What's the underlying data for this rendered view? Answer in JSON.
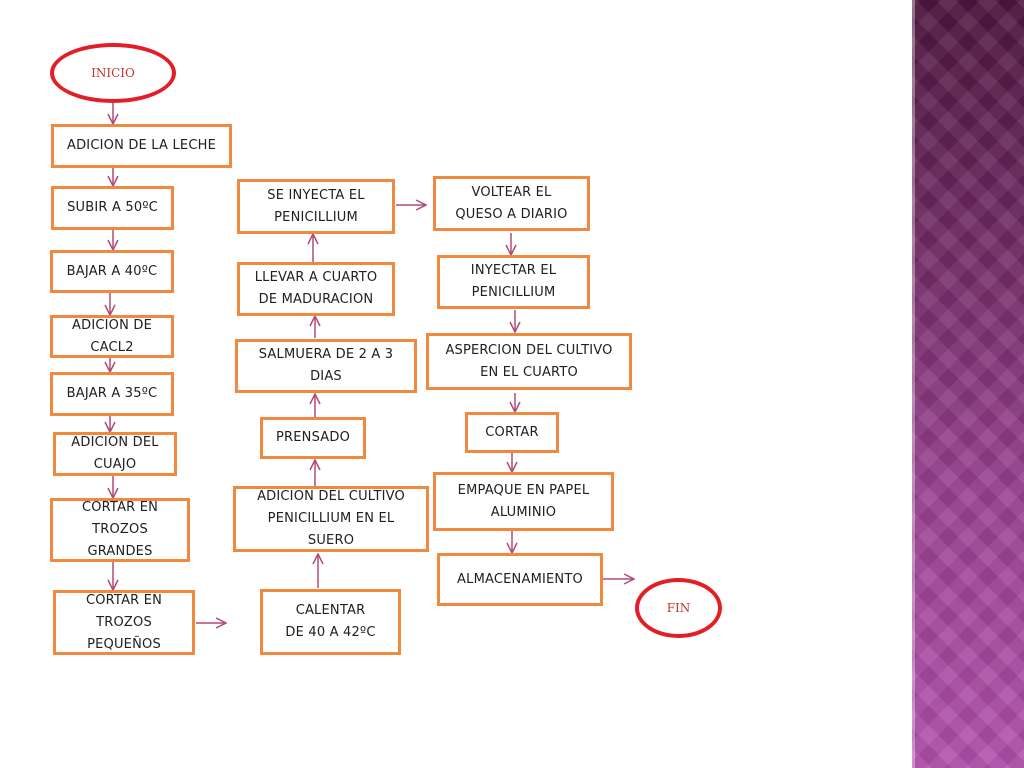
{
  "flowchart": {
    "start_label": "INICIO",
    "end_label": "FIN",
    "steps": [
      "ADICION DE LA LECHE",
      "SUBIR A 50ºC",
      "BAJAR A 40ºC",
      "ADICION DE CACL2",
      "BAJAR A 35ºC",
      "ADICION DEL CUAJO",
      "CORTAR EN TROZOS GRANDES",
      "CORTAR EN TROZOS PEQUEÑOS",
      "CALENTAR DE 40 A 42ºC",
      "ADICION DEL CULTIVO PENICILLIUM EN EL SUERO",
      "PRENSADO",
      "SALMUERA DE 2 A 3 DIAS",
      "LLEVAR A CUARTO DE MADURACION",
      "SE INYECTA EL PENICILLIUM",
      "VOLTEAR EL QUESO A DIARIO",
      "INYECTAR EL PENICILLIUM",
      "ASPERCION DEL CULTIVO EN EL CUARTO",
      "CORTAR",
      "EMPAQUE EN PAPEL ALUMINIO",
      "ALMACENAMIENTO"
    ],
    "colors": {
      "box_border": "#f0883e",
      "terminal_border": "#e21f26",
      "terminal_text": "#c0392b",
      "arrow": "#b04a7a"
    }
  }
}
